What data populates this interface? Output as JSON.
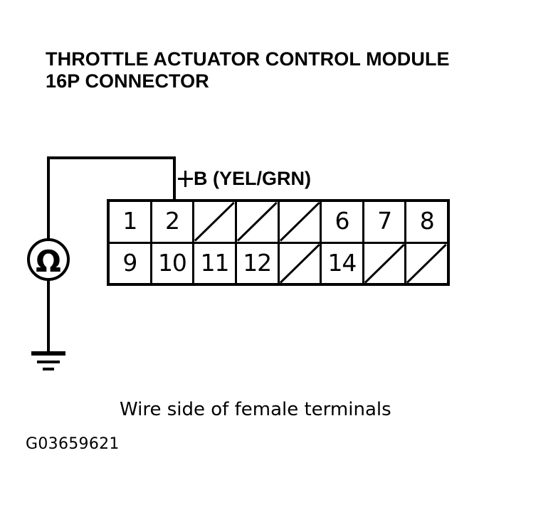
{
  "title": {
    "line1": "THROTTLE ACTUATOR CONTROL MODULE",
    "line2": "16P CONNECTOR"
  },
  "probe_label": {
    "sign": "+",
    "text": "B (YEL/GRN)"
  },
  "meter": {
    "type": "ohmmeter",
    "symbol": "Ω",
    "ground": "chassis-ground"
  },
  "connector": {
    "name": "Throttle Actuator Control Module 16P Connector",
    "columns": 8,
    "rows": 2,
    "rows_data": [
      [
        {
          "label": "1",
          "empty": false
        },
        {
          "label": "2",
          "empty": false
        },
        {
          "label": "",
          "empty": true
        },
        {
          "label": "",
          "empty": true
        },
        {
          "label": "",
          "empty": true
        },
        {
          "label": "6",
          "empty": false
        },
        {
          "label": "7",
          "empty": false
        },
        {
          "label": "8",
          "empty": false
        }
      ],
      [
        {
          "label": "9",
          "empty": false
        },
        {
          "label": "10",
          "empty": false
        },
        {
          "label": "11",
          "empty": false
        },
        {
          "label": "12",
          "empty": false
        },
        {
          "label": "",
          "empty": true
        },
        {
          "label": "14",
          "empty": false
        },
        {
          "label": "",
          "empty": true
        },
        {
          "label": "",
          "empty": true
        }
      ]
    ]
  },
  "caption": "Wire side of female terminals",
  "figure_id": "G03659621",
  "colors": {
    "ink": "#000000",
    "background": "#ffffff"
  }
}
